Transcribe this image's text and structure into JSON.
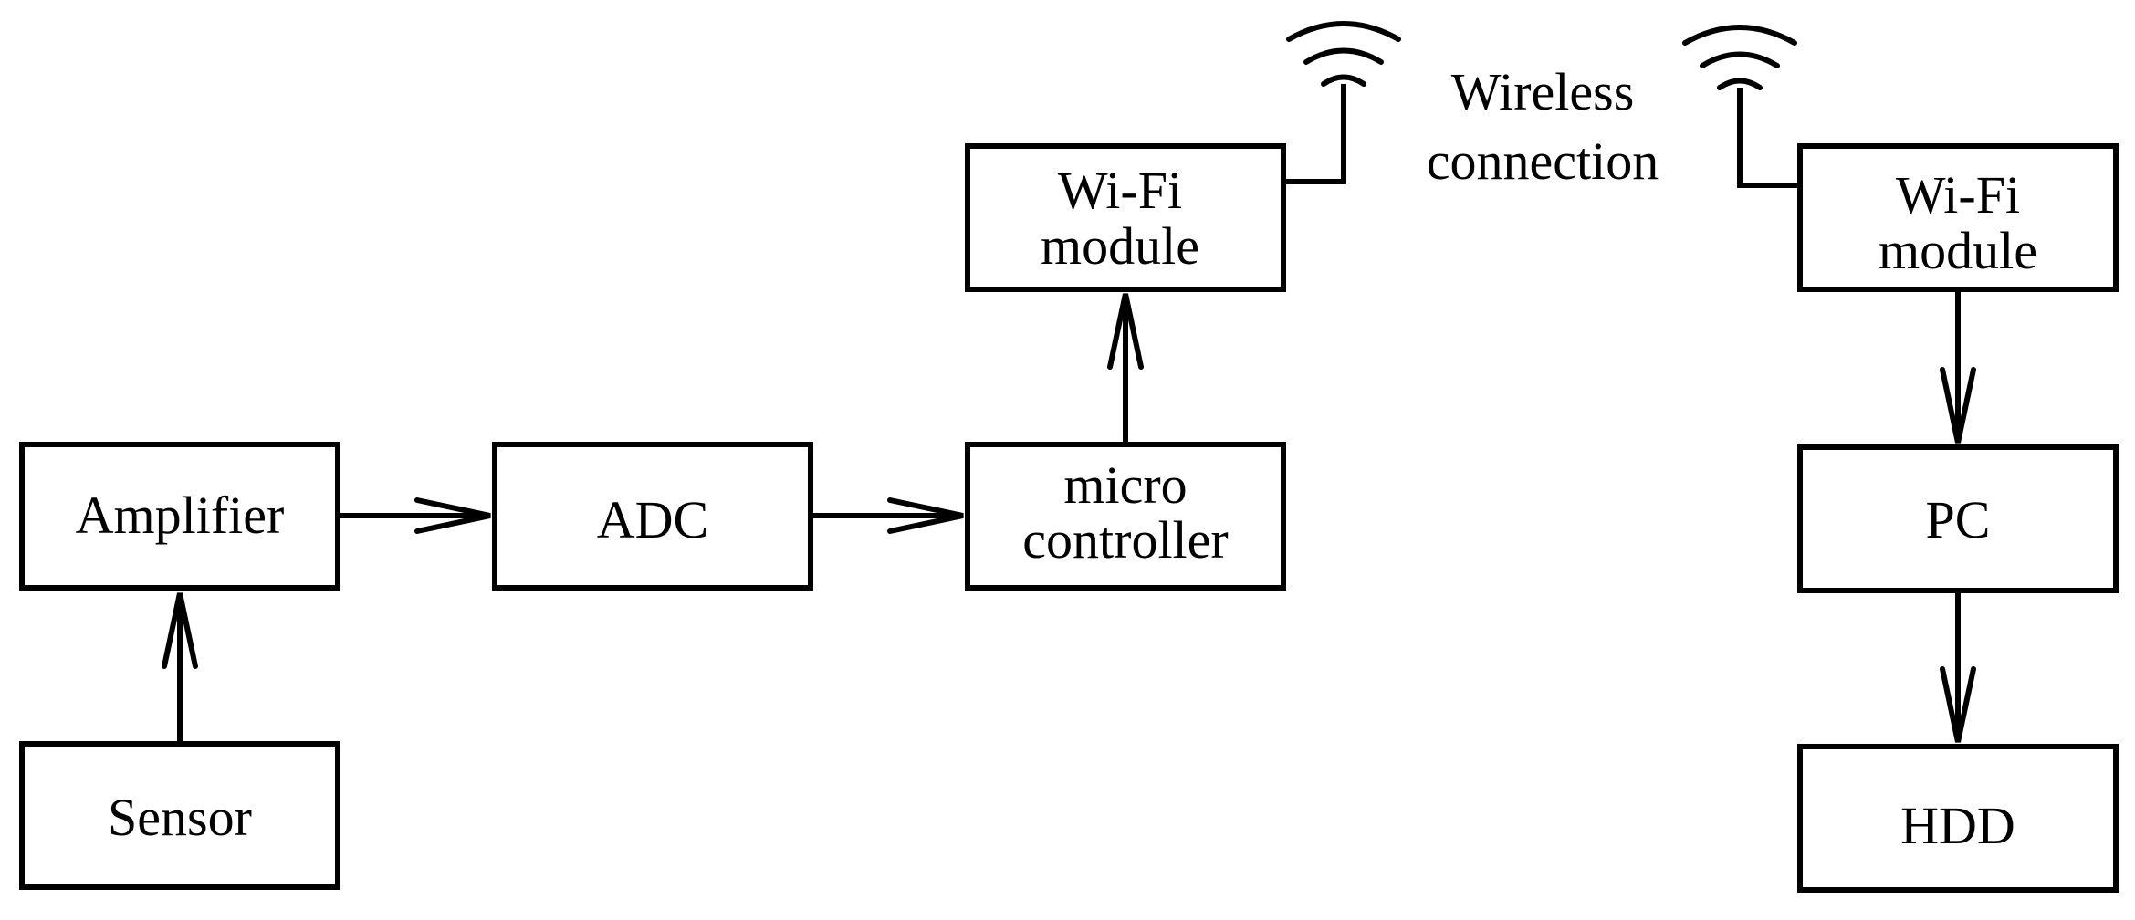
{
  "diagram": {
    "blocks": {
      "sensor": {
        "label": "Sensor"
      },
      "amplifier": {
        "label": "Amplifier"
      },
      "adc": {
        "label": "ADC"
      },
      "microcontroller": {
        "line1": "micro",
        "line2": "controller"
      },
      "wifi_tx": {
        "line1": "Wi-Fi",
        "line2": "module"
      },
      "wifi_rx": {
        "line1": "Wi-Fi",
        "line2": "module"
      },
      "pc": {
        "label": "PC"
      },
      "hdd": {
        "label": "HDD"
      }
    },
    "wireless_label": {
      "line1": "Wireless",
      "line2": "connection"
    },
    "icons": [
      "antenna-icon",
      "antenna-icon"
    ],
    "stroke_color": "#000000",
    "background_color": "#ffffff"
  }
}
